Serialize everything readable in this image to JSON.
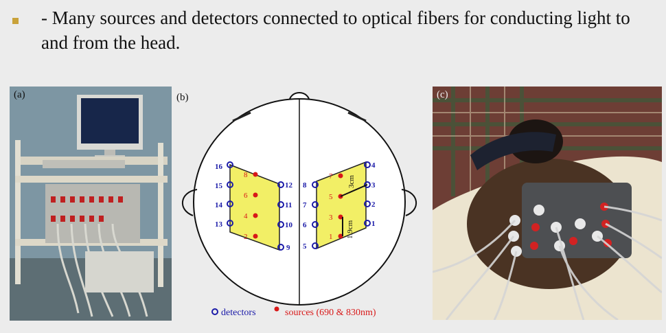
{
  "bullet": {
    "text": "- Many sources and detectors connected to optical fibers for conducting light to and from the head."
  },
  "figure": {
    "panel_a_label": "(a)",
    "panel_b_label": "(b)",
    "panel_c_label": "(c)",
    "left_channels": [
      "16",
      "15",
      "14",
      "13"
    ],
    "right_channels": [
      "4",
      "3",
      "2",
      "1"
    ],
    "left_inner_detectors": [
      "12",
      "11",
      "10",
      "9"
    ],
    "right_inner_detectors": [
      "8",
      "7",
      "6",
      "5"
    ],
    "left_source_numbers": [
      "8",
      "6",
      "4",
      "2"
    ],
    "right_source_numbers": [
      "7",
      "5",
      "3",
      "1"
    ],
    "dim_3cm": "3cm",
    "dim_19cm": "1.9cm",
    "legend_detectors": "detectors",
    "legend_sources": "sources (690 & 830nm)",
    "colors": {
      "detector": "#1a1aa8",
      "source": "#d81818",
      "patch": "#f2ef66"
    }
  }
}
